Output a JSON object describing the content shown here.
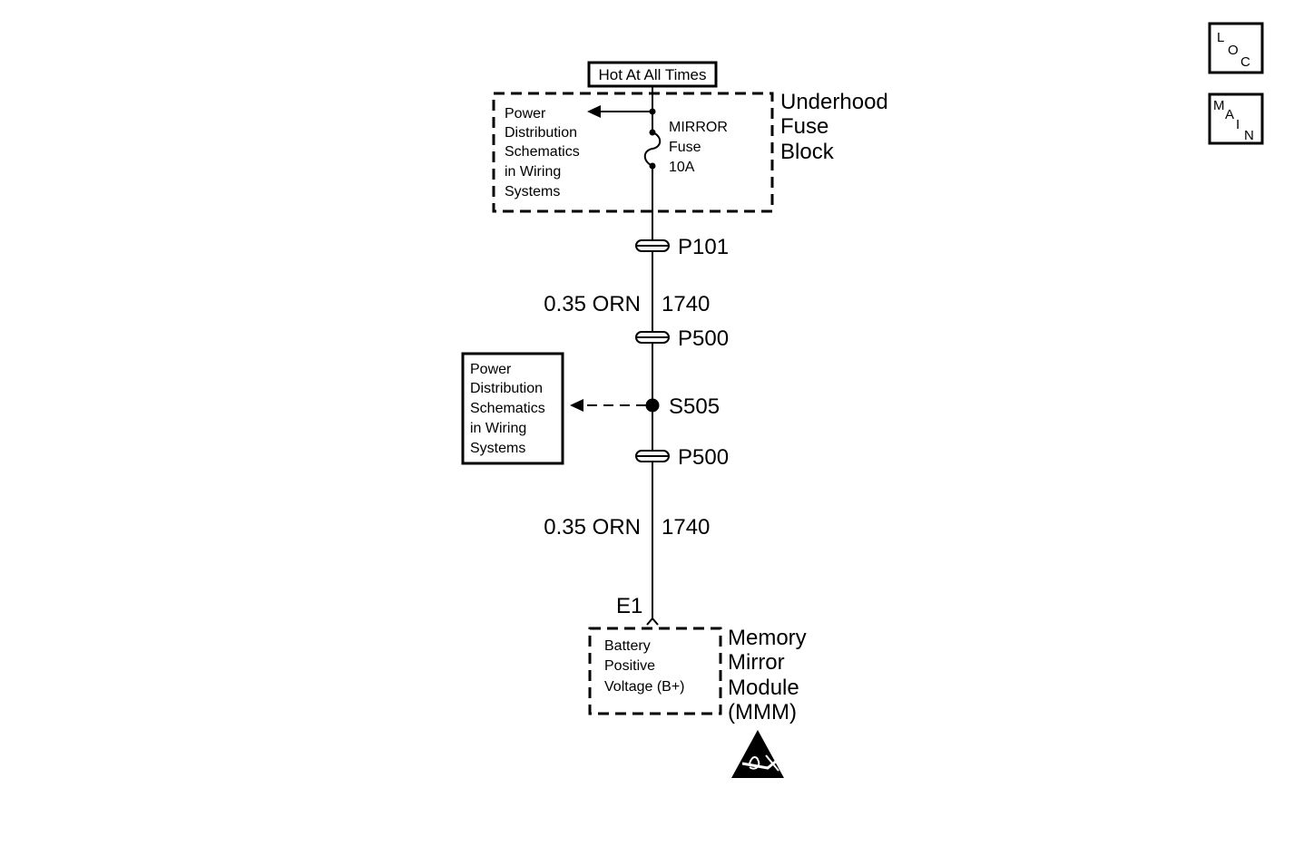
{
  "hot_label": "Hot At All Times",
  "fuse_block": {
    "name_lines": [
      "Underhood",
      "Fuse",
      "Block"
    ],
    "reference_lines": [
      "Power",
      "Distribution",
      "Schematics",
      "in Wiring",
      "Systems"
    ],
    "fuse_lines": [
      "MIRROR",
      "Fuse",
      "10A"
    ]
  },
  "connectors": {
    "p101": "P101",
    "p500_top": "P500",
    "p500_bottom": "P500"
  },
  "splice": "S505",
  "wires": {
    "upper": {
      "gauge_color": "0.35 ORN",
      "circuit": "1740"
    },
    "lower": {
      "gauge_color": "0.35 ORN",
      "circuit": "1740"
    }
  },
  "splice_reference_lines": [
    "Power",
    "Distribution",
    "Schematics",
    "in Wiring",
    "Systems"
  ],
  "module": {
    "pin": "E1",
    "function_lines": [
      "Battery",
      "Positive",
      "Voltage (B+)"
    ],
    "name_lines": [
      "Memory",
      "Mirror",
      "Module",
      "(MMM)"
    ]
  },
  "nav": {
    "loc": [
      "L",
      "O",
      "C"
    ],
    "main": [
      "M",
      "A",
      "I",
      "N"
    ]
  },
  "esd_icon": "electrostatic-discharge-warning-icon"
}
